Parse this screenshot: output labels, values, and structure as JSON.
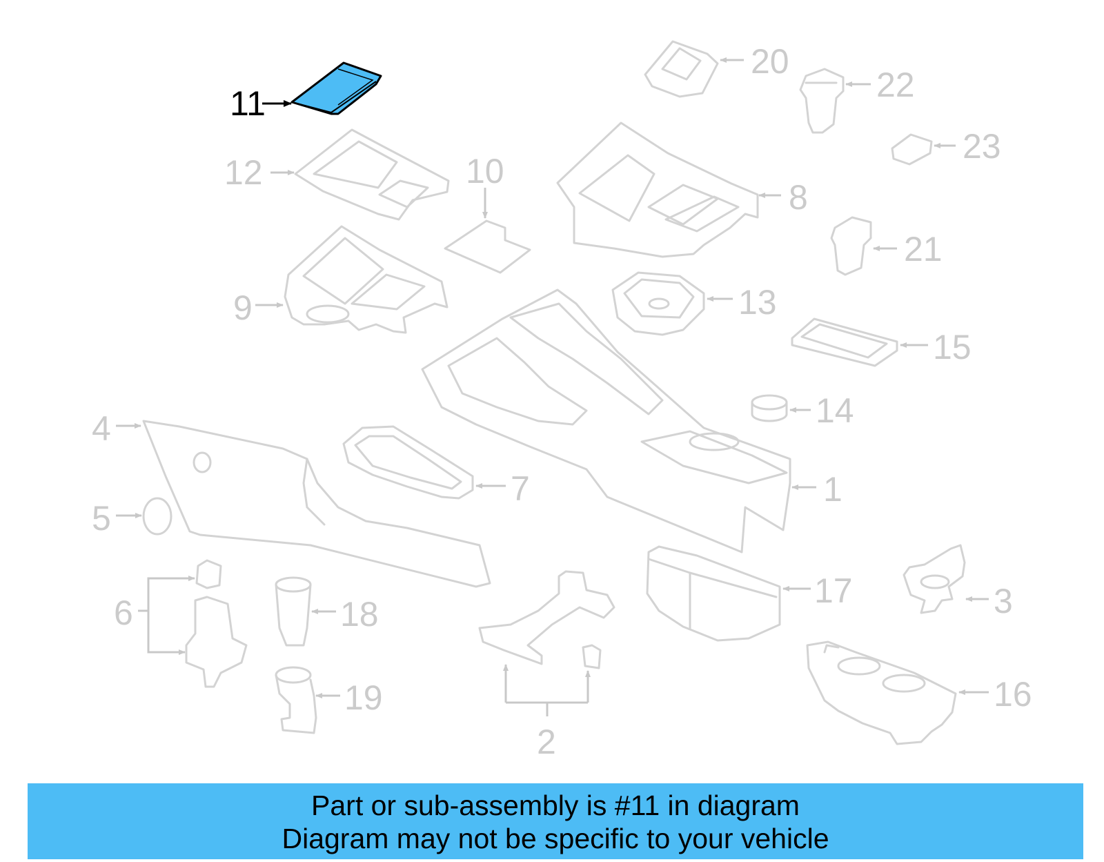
{
  "diagram": {
    "highlight_color": "#4dbcf5",
    "callouts": [
      "1",
      "2",
      "3",
      "4",
      "5",
      "6",
      "7",
      "8",
      "9",
      "10",
      "11",
      "12",
      "13",
      "14",
      "15",
      "16",
      "17",
      "18",
      "19",
      "20",
      "21",
      "22",
      "23"
    ],
    "highlighted_callout": "11"
  },
  "banner": {
    "line1": "Part or sub-assembly is #11 in diagram",
    "line2": "Diagram may not be specific to your vehicle",
    "color": "#4dbcf5"
  }
}
